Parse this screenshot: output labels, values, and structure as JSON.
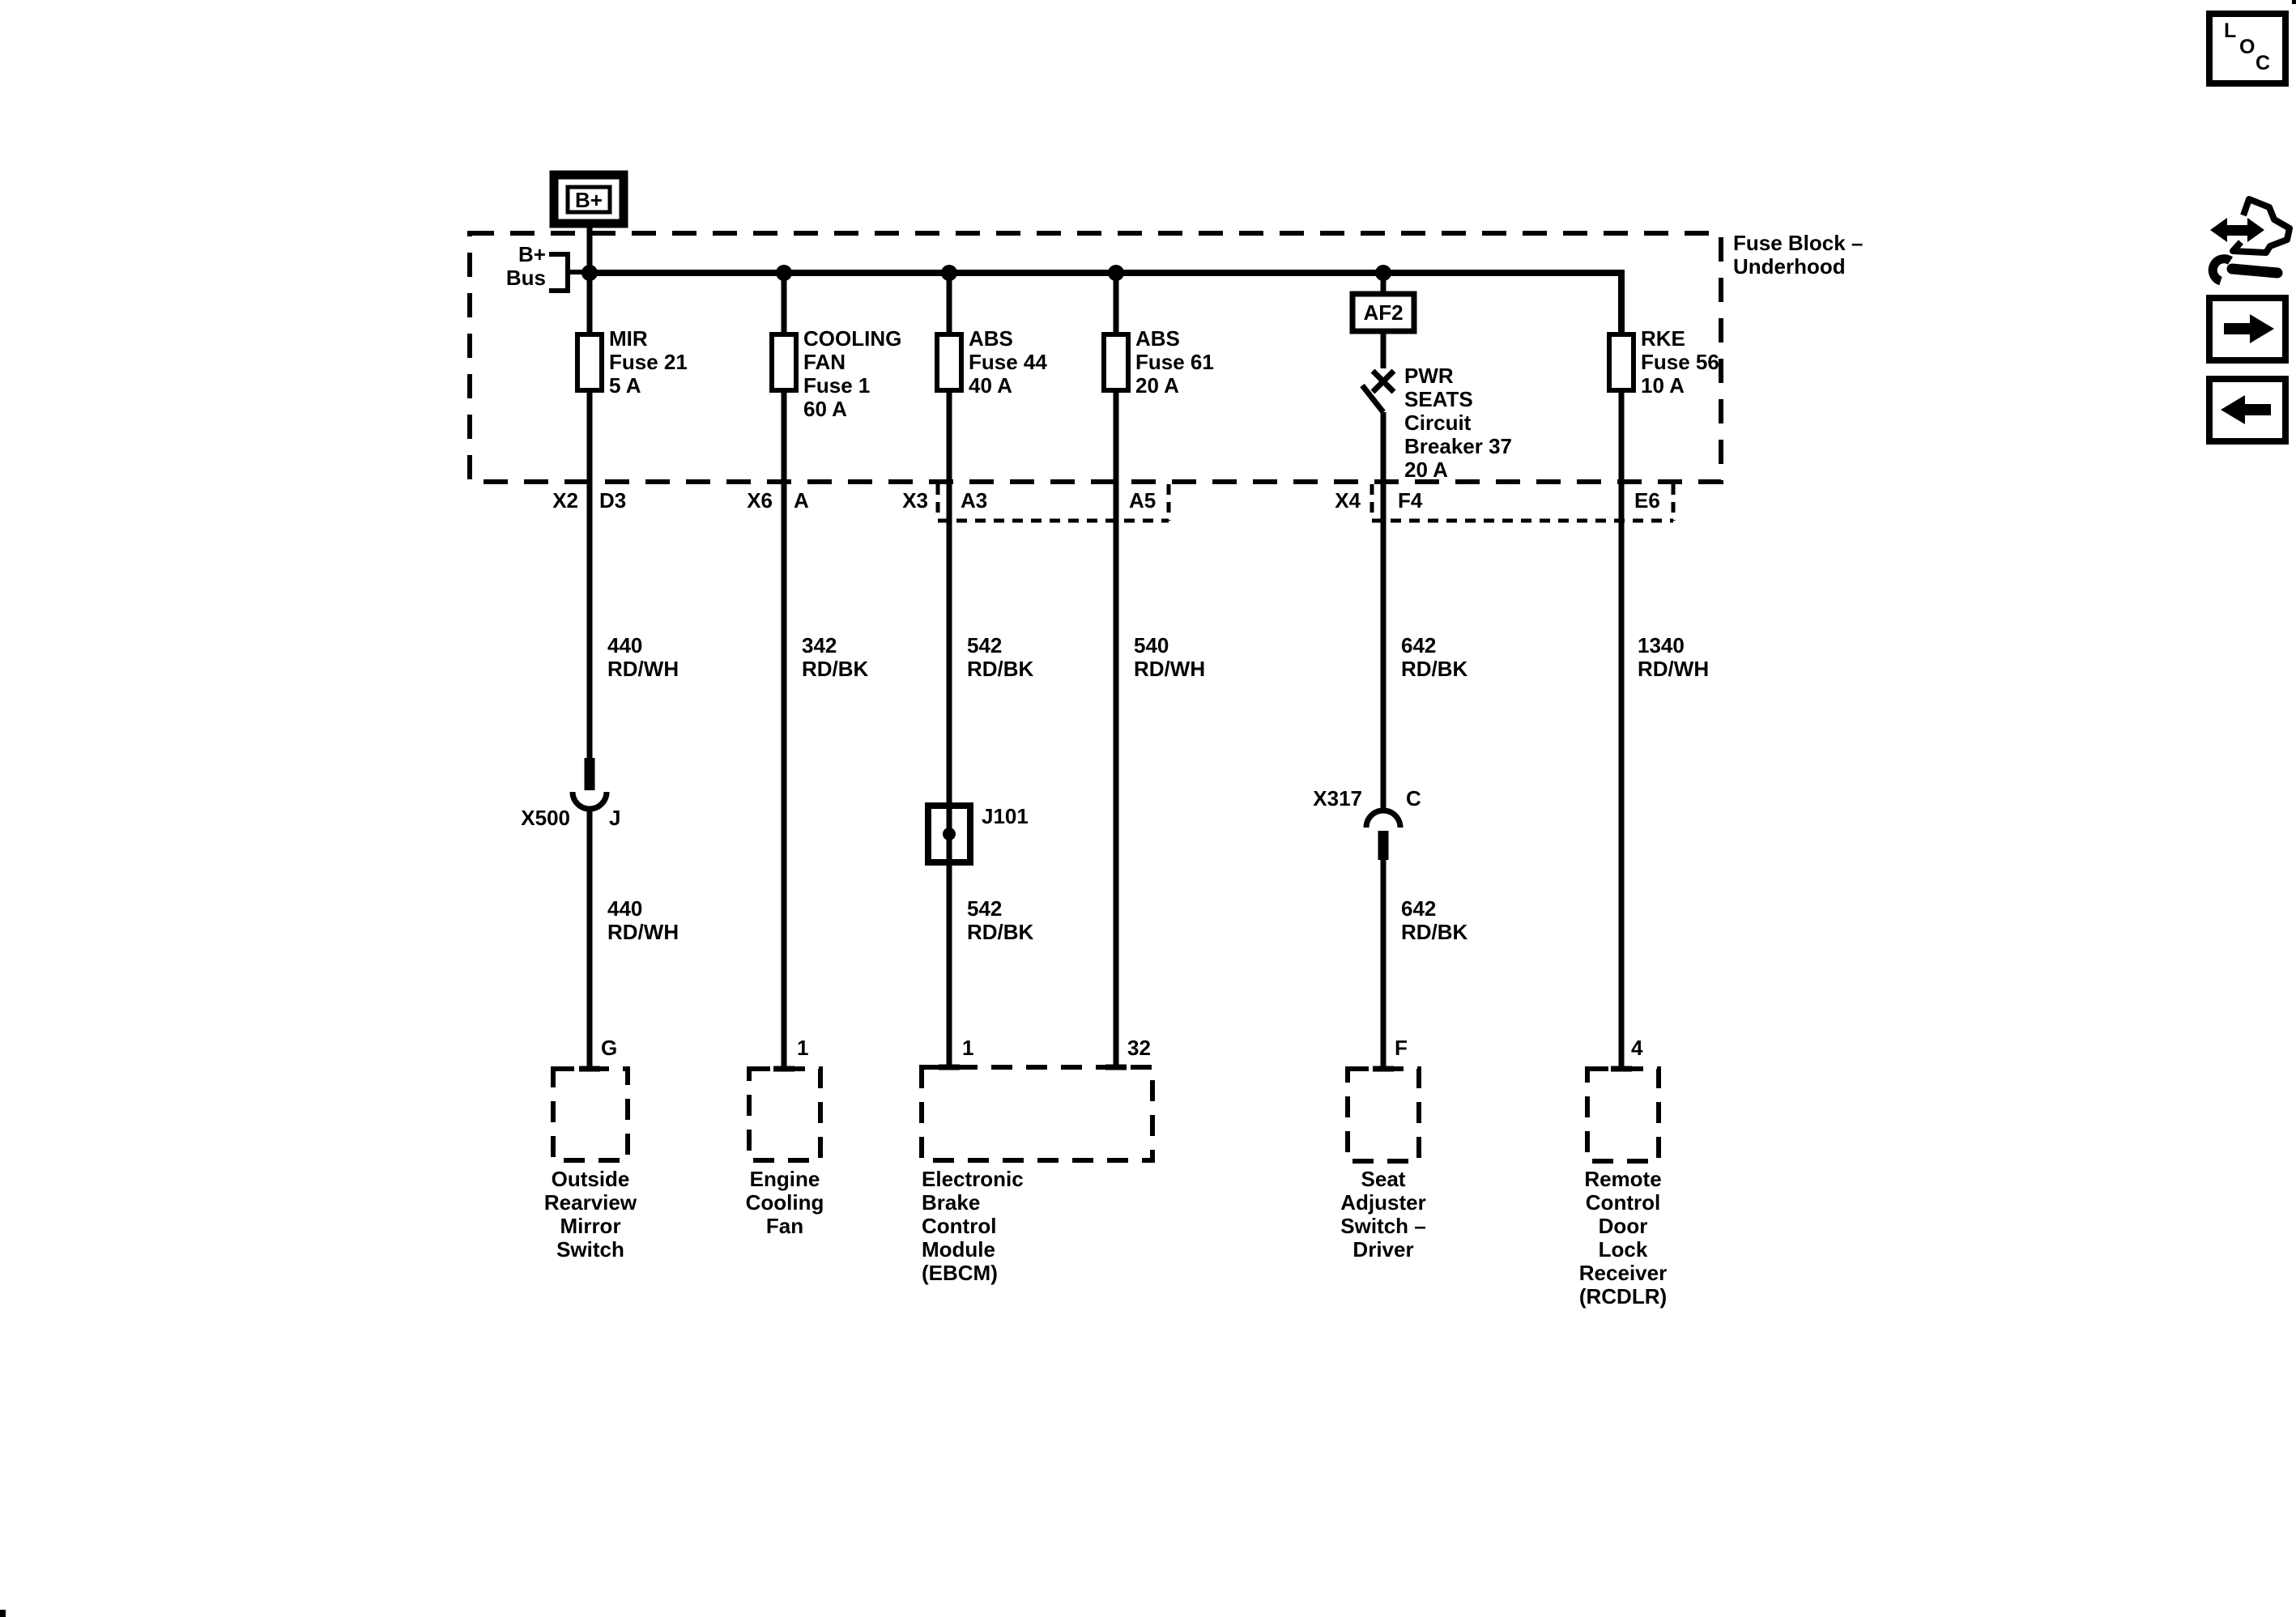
{
  "fuse_block": {
    "name": [
      "Fuse Block –",
      "Underhood"
    ],
    "b_plus": "B+",
    "bus": [
      "B+",
      "Bus"
    ],
    "af2": "AF2"
  },
  "circuits": [
    {
      "id": "outside-rearview-mirror",
      "fuse": [
        "MIR",
        "Fuse 21",
        "5 A"
      ],
      "conn": "X2",
      "pin_out": "D3",
      "wire_upper": [
        "440",
        "RD/WH"
      ],
      "inline_conn": "X500",
      "inline_pin": "J",
      "wire_lower": [
        "440",
        "RD/WH"
      ],
      "pin_in": "G",
      "component": [
        "Outside",
        "Rearview",
        "Mirror",
        "Switch"
      ]
    },
    {
      "id": "engine-cooling-fan",
      "fuse": [
        "COOLING",
        "FAN",
        "Fuse 1",
        "60 A"
      ],
      "conn": "X6",
      "pin_out": "A",
      "wire_upper": [
        "342",
        "RD/BK"
      ],
      "pin_in": "1",
      "component": [
        "Engine",
        "Cooling",
        "Fan"
      ]
    },
    {
      "id": "abs-feed-1",
      "fuse": [
        "ABS",
        "Fuse 44",
        "40 A"
      ],
      "conn": "X3",
      "pin_out": "A3",
      "wire_upper": [
        "542",
        "RD/BK"
      ],
      "splice": "J101",
      "wire_lower": [
        "542",
        "RD/BK"
      ],
      "pin_in": "1",
      "component": [
        "Electronic",
        "Brake",
        "Control",
        "Module",
        "(EBCM)"
      ]
    },
    {
      "id": "abs-feed-2",
      "fuse": [
        "ABS",
        "Fuse 61",
        "20 A"
      ],
      "pin_out": "A5",
      "wire_upper": [
        "540",
        "RD/WH"
      ],
      "pin_in": "32"
    },
    {
      "id": "power-seats",
      "breaker": [
        "PWR",
        "SEATS",
        "Circuit",
        "Breaker 37",
        "20 A"
      ],
      "conn": "X4",
      "pin_out": "F4",
      "wire_upper": [
        "642",
        "RD/BK"
      ],
      "inline_conn": "X317",
      "inline_pin": "C",
      "wire_lower": [
        "642",
        "RD/BK"
      ],
      "pin_in": "F",
      "component": [
        "Seat",
        "Adjuster",
        "Switch –",
        "Driver"
      ]
    },
    {
      "id": "rke",
      "fuse": [
        "RKE",
        "Fuse 56",
        "10 A"
      ],
      "pin_out": "E6",
      "wire_upper": [
        "1340",
        "RD/WH"
      ],
      "pin_in": "4",
      "component": [
        "Remote",
        "Control",
        "Door",
        "Lock",
        "Receiver",
        "(RCDLR)"
      ]
    }
  ],
  "sidebar": {
    "loc": [
      "L",
      "O",
      "C"
    ]
  }
}
